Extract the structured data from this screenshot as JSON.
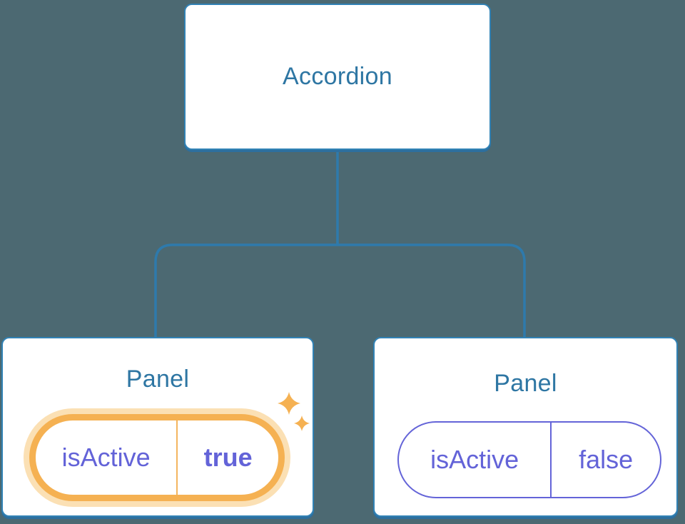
{
  "diagram": {
    "root": {
      "title": "Accordion"
    },
    "children": [
      {
        "title": "Panel",
        "state_key": "isActive",
        "state_value": "true",
        "highlighted": true,
        "badge_icon": "sparkles-icon"
      },
      {
        "title": "Panel",
        "state_key": "isActive",
        "state_value": "false",
        "highlighted": false
      }
    ]
  },
  "colors": {
    "background": "#4c6972",
    "node_fill": "#ffffff",
    "node_border": "#3182b5",
    "node_shadow": "#2d6f9e",
    "title_text": "#2e76a3",
    "connector_line": "#2e7aac",
    "state_text": "#6363d8",
    "state_pill_border": "#6464d8",
    "highlight_orange": "#f5b152",
    "highlight_halo": "#fbe0b4"
  }
}
